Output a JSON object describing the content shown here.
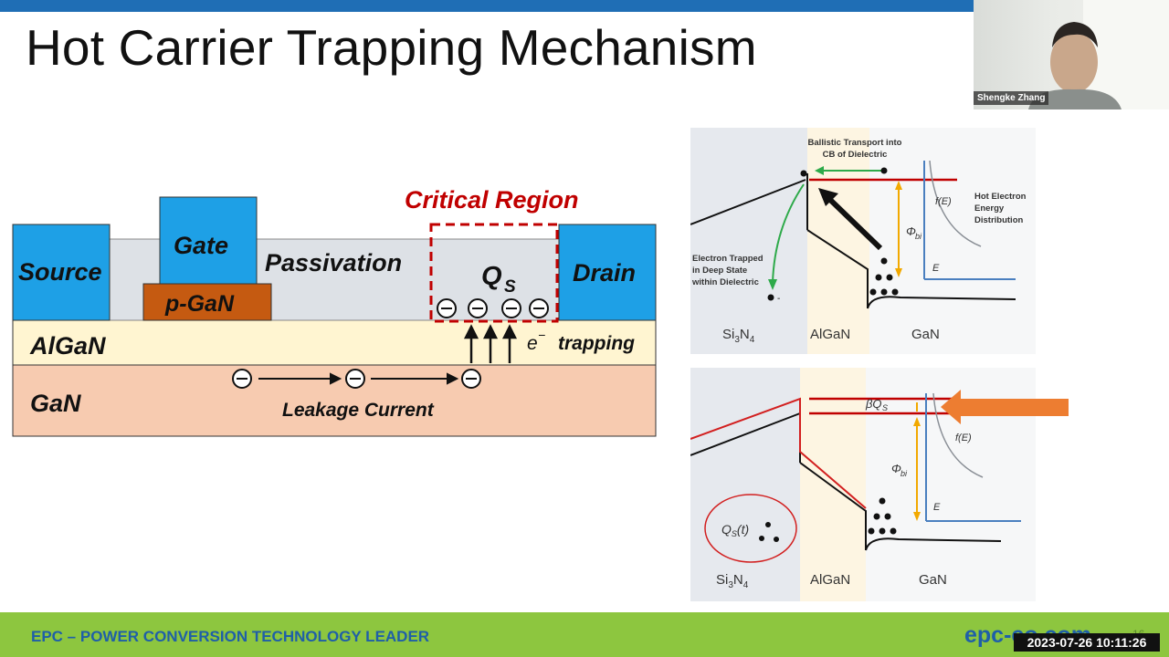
{
  "slide": {
    "title": "Hot Carrier Trapping Mechanism"
  },
  "webcam": {
    "presenter_name": "Shengke Zhang"
  },
  "left_diagram": {
    "critical_region": "Critical Region",
    "source": "Source",
    "gate": "Gate",
    "p_gan": "p-GaN",
    "passivation": "Passivation",
    "qs": "Q",
    "qs_sub": "S",
    "drain": "Drain",
    "algan": "AlGaN",
    "e_trapping": "trapping",
    "e_symbol": "e",
    "e_sup": "−",
    "gan": "GaN",
    "leakage_current": "Leakage Current",
    "colors": {
      "electrode": "#1ea0e6",
      "p_gan": "#c55a11",
      "passivation": "#dde1e6",
      "algan": "#fff5d1",
      "gan": "#f7cbb0",
      "critical": "#c00000"
    }
  },
  "top_panel": {
    "ballistic_1": "Ballistic Transport into",
    "ballistic_2": "CB of Dielectric",
    "hot_1": "Hot Electron",
    "hot_2": "Energy",
    "hot_3": "Distribution",
    "fe": "f(E)",
    "phi": "Φ",
    "phi_sub": "bi",
    "e_label": "E",
    "trapped_1": "Electron Trapped",
    "trapped_2": "in Deep State",
    "trapped_3": "within Dielectric",
    "minus": "-",
    "si3n4_a": "Si",
    "si3n4_b": "3",
    "si3n4_c": "N",
    "si3n4_d": "4",
    "algan": "AlGaN",
    "gan": "GaN"
  },
  "bottom_panel": {
    "beta_qs": "βQ",
    "beta_sub": "S",
    "fe": "f(E)",
    "phi": "Φ",
    "phi_sub": "bi",
    "e_label": "E",
    "qst_a": "Q",
    "qst_b": "S",
    "qst_c": "(t)",
    "si3n4_a": "Si",
    "si3n4_b": "3",
    "si3n4_c": "N",
    "si3n4_d": "4",
    "algan": "AlGaN",
    "gan": "GaN"
  },
  "footer": {
    "left_text": "EPC – POWER CONVERSION TECHNOLOGY LEADER",
    "right_text": "epc-co.com",
    "page_number": "16",
    "timestamp": "2023-07-26  10:11:26",
    "bar_color": "#8dc63f"
  }
}
